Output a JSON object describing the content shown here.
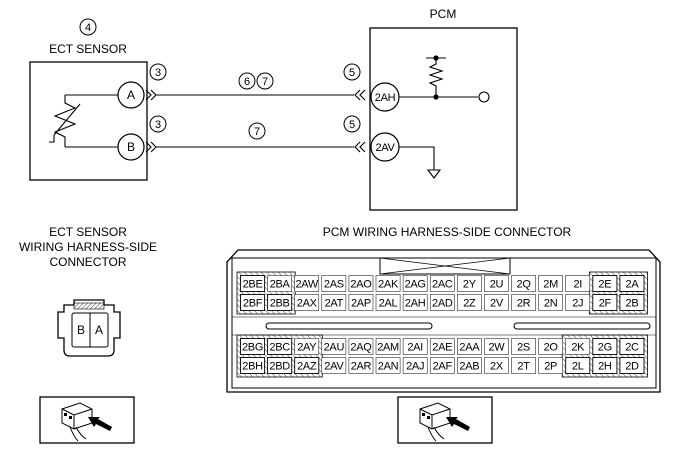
{
  "wiring": {
    "ect_sensor_label": "ECT SENSOR",
    "ect_sensor_callout": "4",
    "pcm_label": "PCM",
    "terminal_a": "A",
    "terminal_b": "B",
    "wire_a_left_callout": "3",
    "wire_b_left_callout": "3",
    "wire_a_mid_callouts": [
      "6",
      "7"
    ],
    "wire_b_mid_callout": "7",
    "wire_a_right_callout": "5",
    "wire_b_right_callout": "5",
    "pcm_terminal_a": "2AH",
    "pcm_terminal_b": "2AV"
  },
  "ect_connector": {
    "title_lines": [
      "ECT SENSOR",
      "WIRING HARNESS-SIDE",
      "CONNECTOR"
    ],
    "pins": [
      "B",
      "A"
    ]
  },
  "pcm_connector": {
    "title": "PCM WIRING HARNESS-SIDE CONNECTOR",
    "rows": [
      [
        "2BE",
        "2BA",
        "2AW",
        "2AS",
        "2AO",
        "2AK",
        "2AG",
        "2AC",
        "2Y",
        "2U",
        "2Q",
        "2M",
        "2I",
        "2E",
        "2A"
      ],
      [
        "2BF",
        "2BB",
        "2AX",
        "2AT",
        "2AP",
        "2AL",
        "2AH",
        "2AD",
        "2Z",
        "2V",
        "2R",
        "2N",
        "2J",
        "2F",
        "2B"
      ],
      [
        "2BG",
        "2BC",
        "2AY",
        "2AU",
        "2AQ",
        "2AM",
        "2AI",
        "2AE",
        "2AA",
        "2W",
        "2S",
        "2O",
        "2K",
        "2G",
        "2C"
      ],
      [
        "2BH",
        "2BD",
        "2AZ",
        "2AV",
        "2AR",
        "2AN",
        "2AJ",
        "2AF",
        "2AB",
        "2X",
        "2T",
        "2P",
        "2L",
        "2H",
        "2D"
      ]
    ],
    "hatched_pins": [
      "2BE",
      "2BF",
      "2BB",
      "2BG",
      "2BC",
      "2BH",
      "2BD",
      "2AZ",
      "2E",
      "2A",
      "2F",
      "2B",
      "2G",
      "2C",
      "2L",
      "2H",
      "2D"
    ]
  },
  "icons": [
    "connector-view-icon",
    "connector-view-icon"
  ]
}
